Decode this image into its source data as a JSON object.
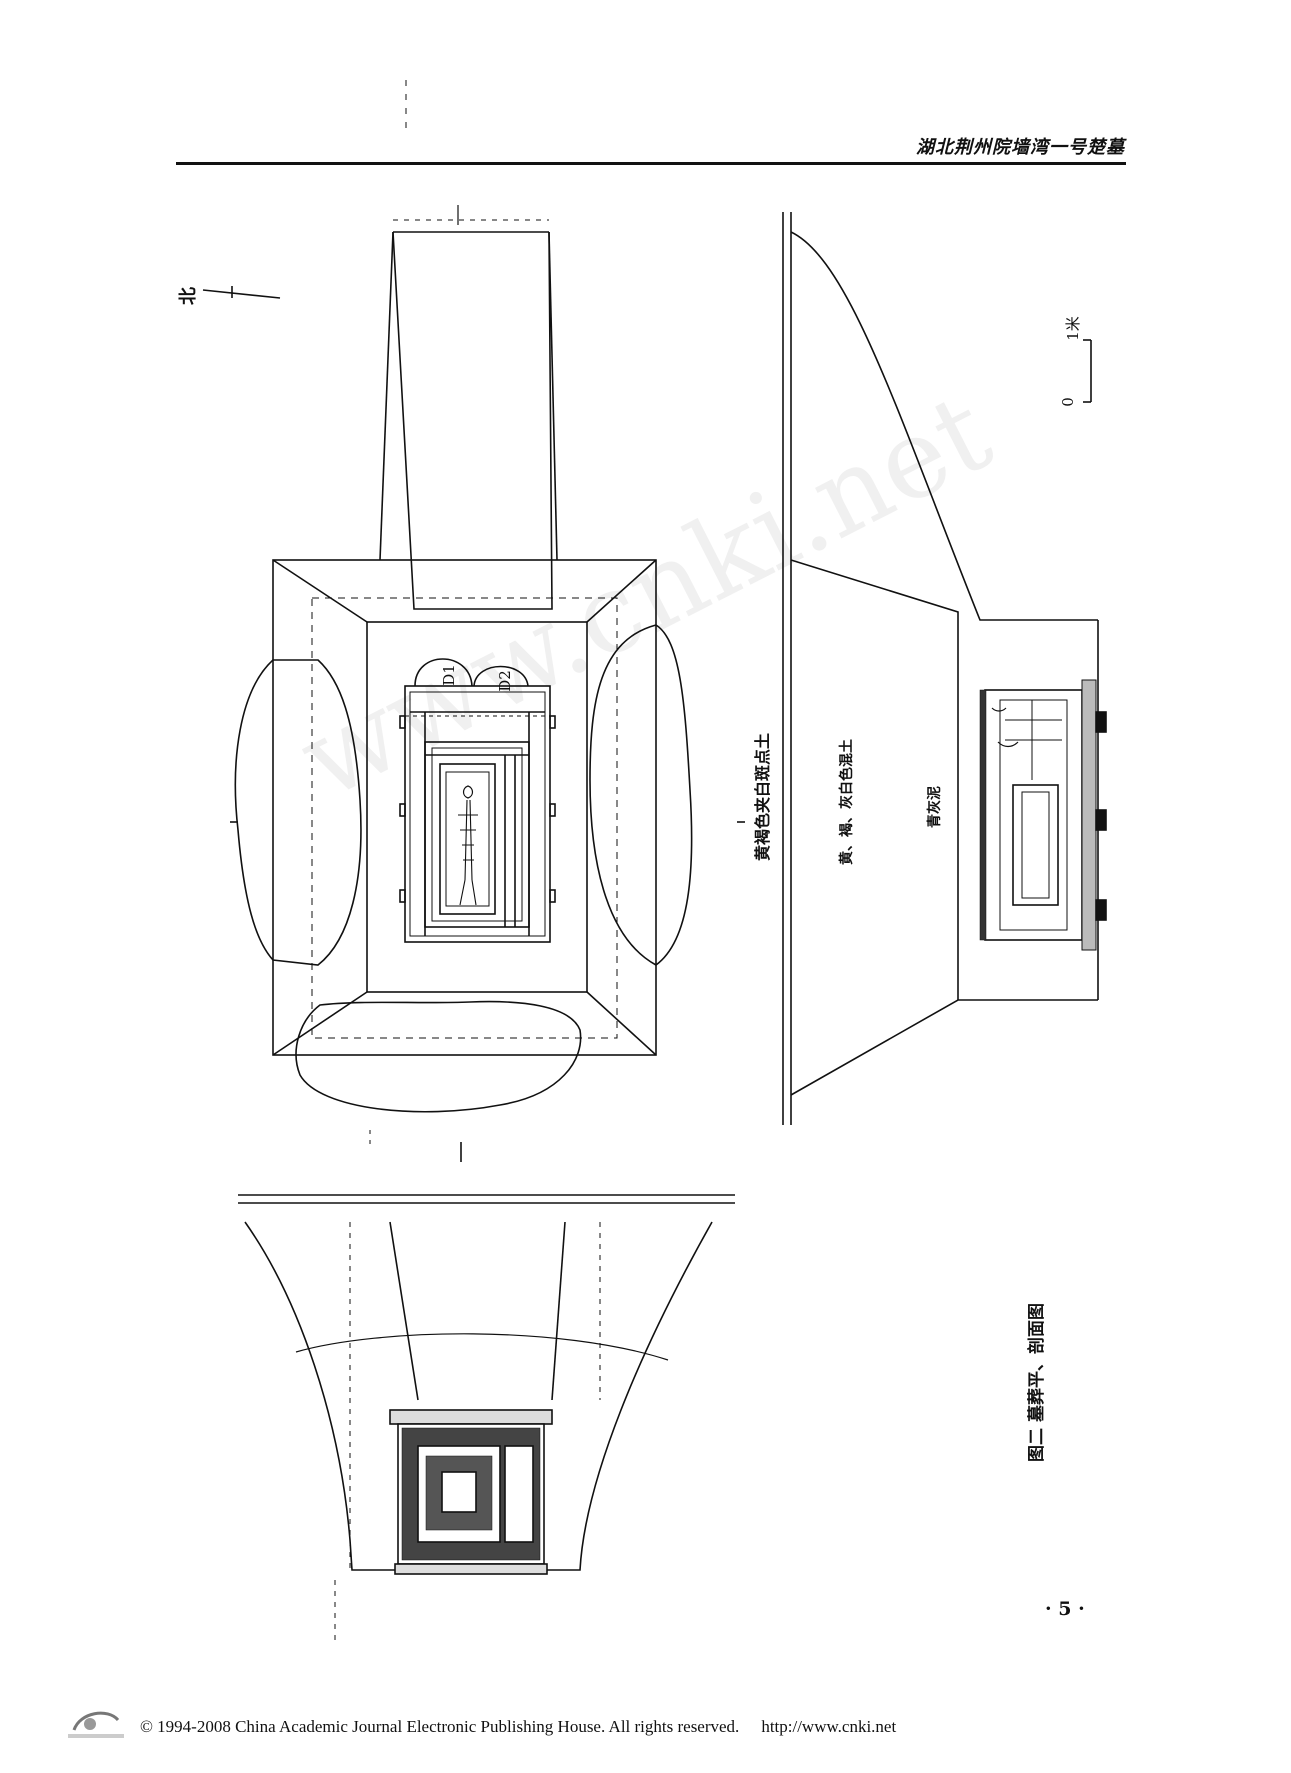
{
  "header": {
    "running_title": "湖北荆州院墙湾一号楚墓"
  },
  "figure": {
    "north_label": "北",
    "labels": {
      "d1": "D1",
      "d2": "D2"
    },
    "scale": {
      "zero": "0",
      "one_meter": "1米"
    },
    "soil_layers": {
      "layer_1": "黄褐色夹白斑点土",
      "layer_2": "黄、褐、灰白色混土",
      "layer_3": "青灰泥"
    },
    "caption": "图二  墓葬平、剖面图"
  },
  "watermark": "www.cnki.net",
  "page_number": "· 5 ·",
  "footer": {
    "copyright": "© 1994-2008 China Academic Journal Electronic Publishing House. All rights reserved.",
    "url": "http://www.cnki.net"
  }
}
